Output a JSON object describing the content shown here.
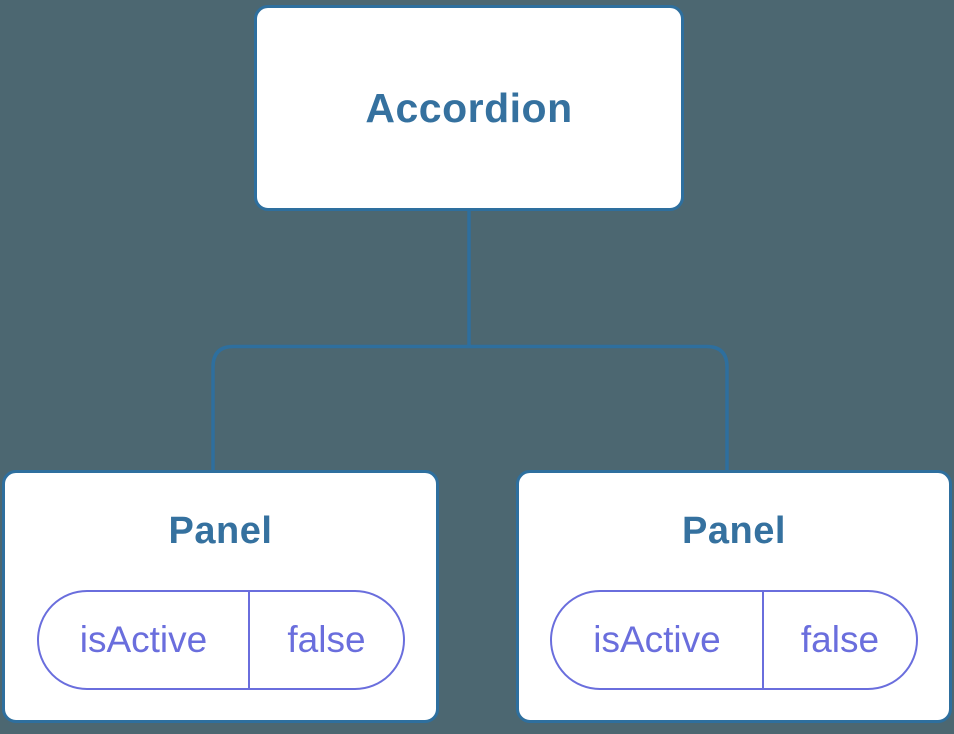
{
  "diagram": {
    "type": "component-tree",
    "root": {
      "label": "Accordion"
    },
    "children": [
      {
        "label": "Panel",
        "state": {
          "key": "isActive",
          "value": "false"
        }
      },
      {
        "label": "Panel",
        "state": {
          "key": "isActive",
          "value": "false"
        }
      }
    ]
  },
  "colors": {
    "background": "#4c6771",
    "connector_line": "#2e6f9e",
    "node_border": "#2e6f9e",
    "node_title_text": "#35719f",
    "state_pill_accent": "#6a6edd",
    "node_fill": "#ffffff"
  }
}
